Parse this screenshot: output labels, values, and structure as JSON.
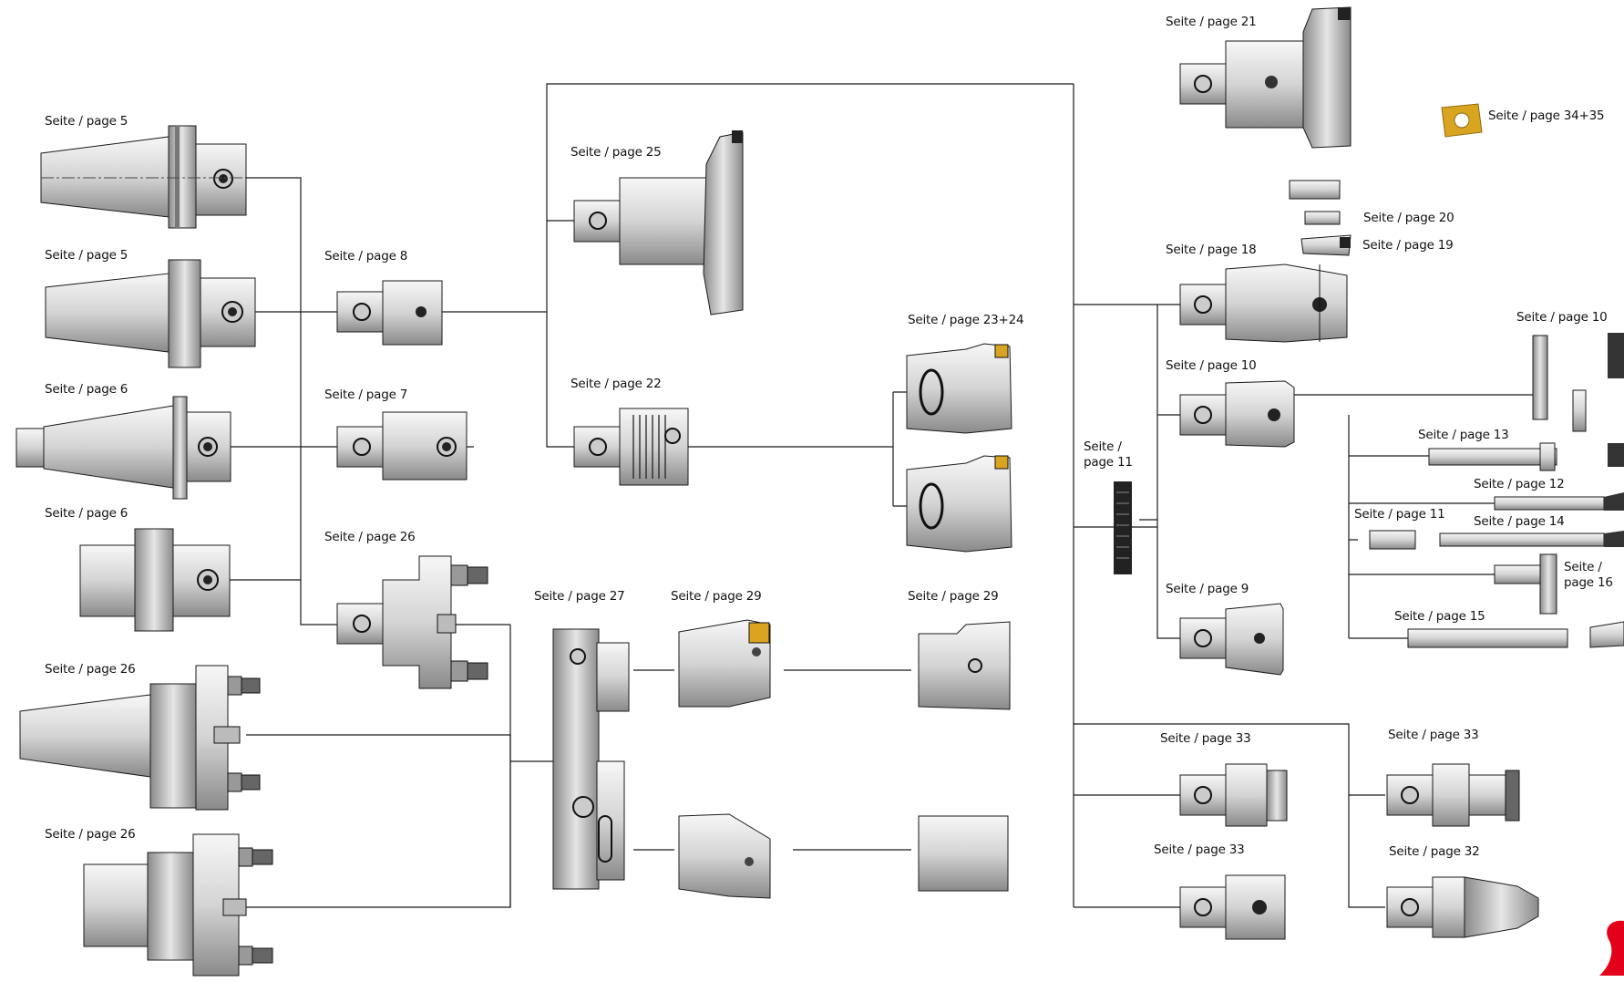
{
  "labels": {
    "p5a": "Seite / page 5",
    "p5b": "Seite / page 5",
    "p6a": "Seite / page 6",
    "p6b": "Seite / page 6",
    "p26a": "Seite / page 26",
    "p26b": "Seite / page 26",
    "p8": "Seite / page 8",
    "p7": "Seite / page 7",
    "p26c": "Seite / page 26",
    "p25": "Seite / page 25",
    "p22": "Seite / page 22",
    "p27": "Seite / page 27",
    "p29a": "Seite / page 29",
    "p23_24": "Seite / page 23+24",
    "p29b": "Seite / page 29",
    "p21": "Seite / page 21",
    "p34_35": "Seite / page 34+35",
    "p20": "Seite / page 20",
    "p19": "Seite / page 19",
    "p18": "Seite / page 18",
    "p10a": "Seite / page 10",
    "p10b": "Seite / page 10",
    "p11a_line1": "Seite /",
    "p11a_line2": "page 11",
    "p13": "Seite / page 13",
    "p12": "Seite / page 12",
    "p11b": "Seite / page 11",
    "p14": "Seite / page 14",
    "p16_line1": "Seite /",
    "p16_line2": "page 16",
    "p9": "Seite / page 9",
    "p15": "Seite / page 15",
    "p33a": "Seite / page 33",
    "p33b": "Seite / page 33",
    "p33c": "Seite / page 33",
    "p32": "Seite / page 32"
  },
  "colors": {
    "line": "#1a1a1a",
    "tool_fill": "#d9d9d9",
    "tool_light": "#f2f2f2",
    "insert_gold": "#d9a520",
    "brand_red": "#e2001a"
  }
}
